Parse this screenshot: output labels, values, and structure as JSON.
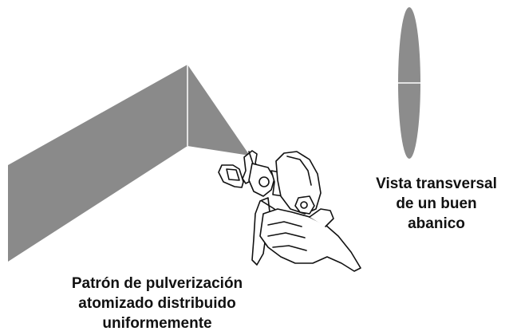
{
  "colors": {
    "spray_fill": "#8a8a8a",
    "ellipse_fill": "#8c8c8c",
    "line": "#111111",
    "background": "#ffffff"
  },
  "cross_section": {
    "lines": [
      "Vista transversal",
      "de un buen",
      "abanico"
    ]
  },
  "spray_pattern": {
    "lines": [
      "Patrón de pulverización",
      "atomizado distribuido",
      "uniformemente"
    ]
  }
}
